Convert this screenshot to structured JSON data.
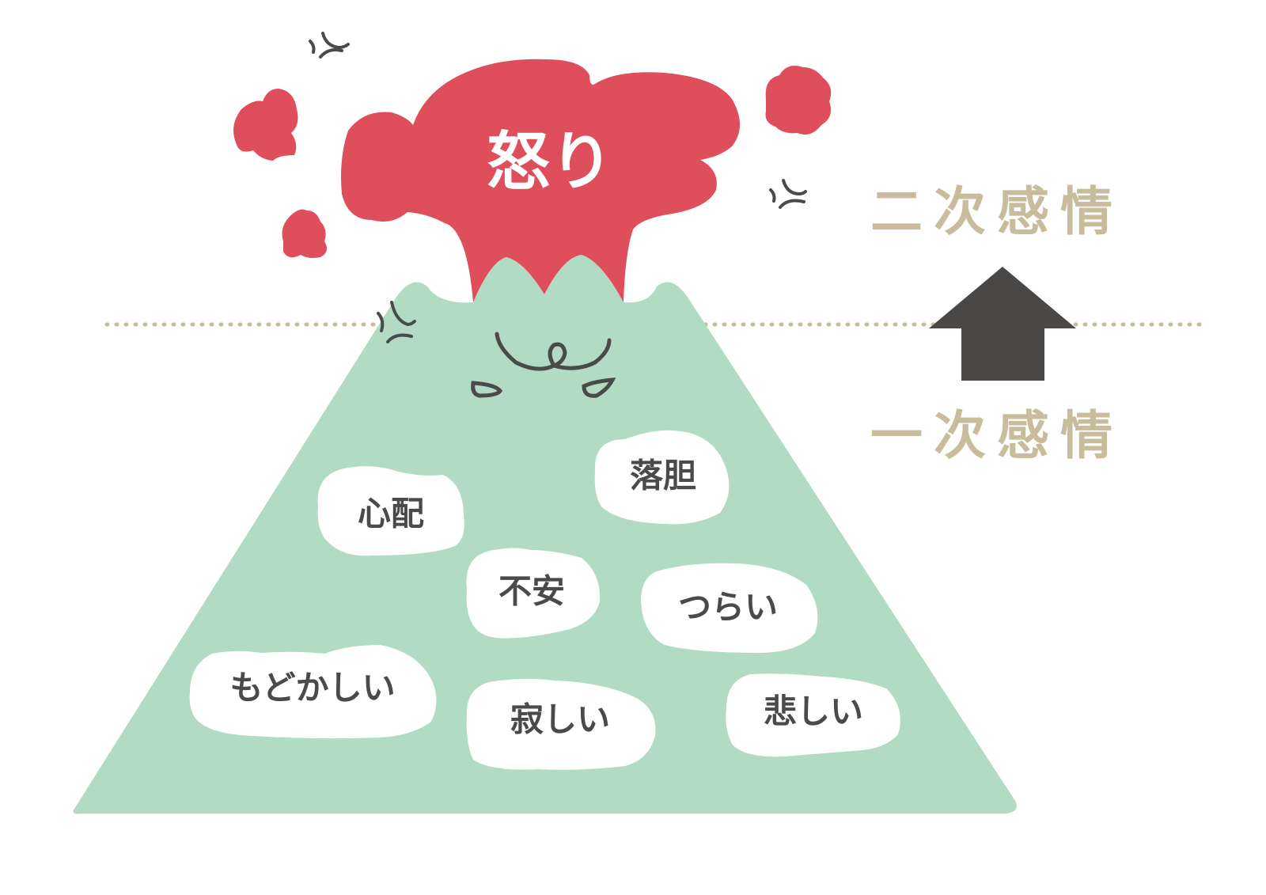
{
  "colors": {
    "volcano": "#b1dbc3",
    "anger": "#df4f5b",
    "label": "#c9bc9c",
    "ink": "#4a4a4a",
    "bubble": "#ffffff",
    "arrow": "#4a4846"
  },
  "anger": {
    "label": "怒り"
  },
  "levels": {
    "secondary": "二次感情",
    "primary": "一次感情"
  },
  "primary_emotions": [
    {
      "id": "worry",
      "label": "心配"
    },
    {
      "id": "discouragement",
      "label": "落胆"
    },
    {
      "id": "anxiety",
      "label": "不安"
    },
    {
      "id": "hardship",
      "label": "つらい"
    },
    {
      "id": "frustration",
      "label": "もどかしい"
    },
    {
      "id": "loneliness",
      "label": "寂しい"
    },
    {
      "id": "sadness",
      "label": "悲しい"
    }
  ],
  "icons": {
    "arrow": "up-arrow-icon",
    "steam": "anger-vein-icon",
    "face": "angry-face-icon"
  }
}
